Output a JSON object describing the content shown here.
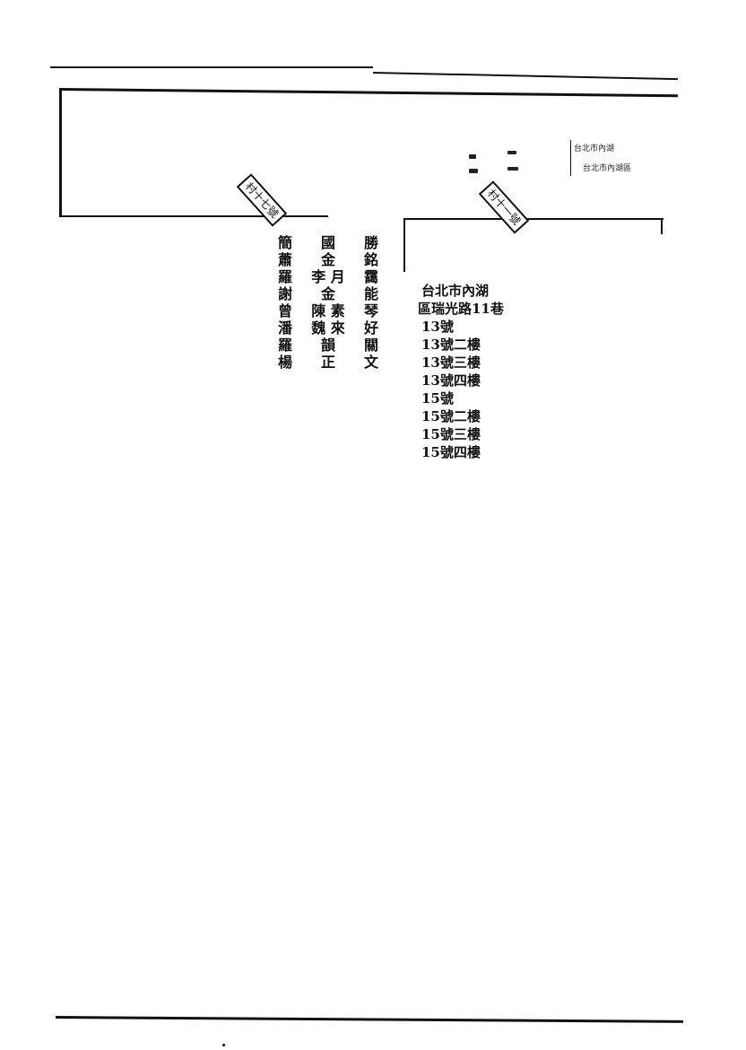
{
  "stamps": {
    "left": "村十七號",
    "right": "村十一號"
  },
  "corner_notes": {
    "line1": "台北市內湖",
    "line2": "台北市內湖區"
  },
  "names": [
    {
      "c": [
        "簡",
        "國",
        "勝"
      ]
    },
    {
      "c": [
        "蕭",
        "金",
        "銘"
      ]
    },
    {
      "c": [
        "羅",
        "李 月",
        "靄"
      ]
    },
    {
      "c": [
        "謝",
        "金",
        "能"
      ]
    },
    {
      "c": [
        "曾",
        "陳 素",
        "琴"
      ]
    },
    {
      "c": [
        "潘",
        "魏 來",
        "好"
      ]
    },
    {
      "c": [
        "羅",
        "韻",
        "關"
      ]
    },
    {
      "c": [
        "楊",
        "正",
        "文"
      ]
    }
  ],
  "address": {
    "line1": "台北市內湖",
    "line2": "區瑞光路11巷",
    "units": [
      "13號",
      "13號二樓",
      "13號三樓",
      "13號四樓",
      "15號",
      "15號二樓",
      "15號三樓",
      "15號四樓"
    ]
  }
}
